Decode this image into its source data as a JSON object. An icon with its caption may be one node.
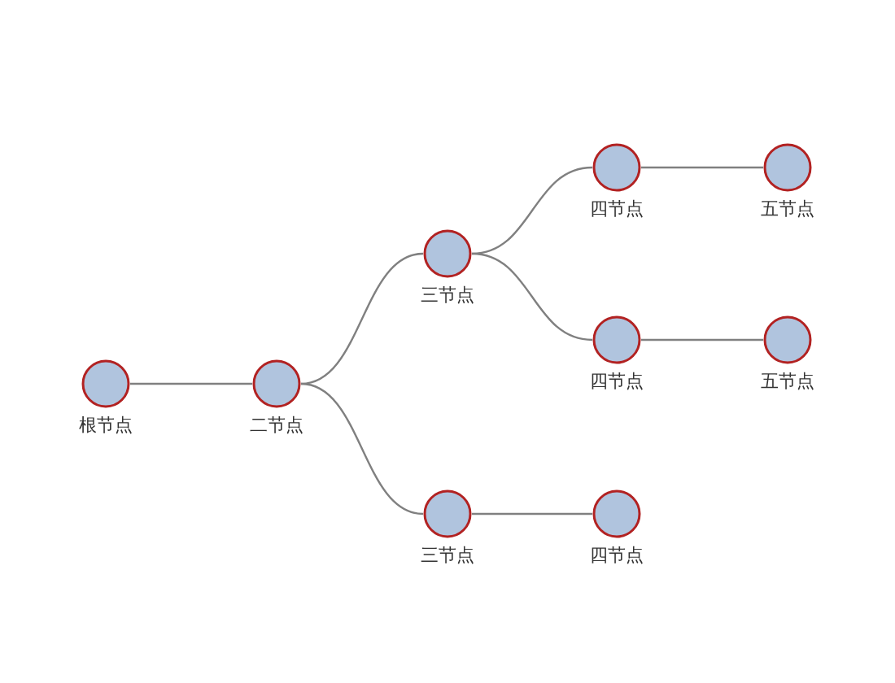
{
  "diagram": {
    "nodes": [
      {
        "text": [
          "根节点"
        ]
      },
      {
        "text": [
          "二节点"
        ]
      },
      {
        "text": [
          "三节点"
        ]
      },
      {
        "text": [
          "四节点"
        ]
      },
      {
        "text": [
          "五节点"
        ]
      },
      {
        "text": [
          "四节点"
        ]
      },
      {
        "text": [
          "五节点"
        ]
      },
      {
        "text": [
          "三节点"
        ]
      },
      {
        "text": [
          "四节点"
        ]
      }
    ],
    "edges": [
      {
        "from": 0,
        "to": 1,
        "arrow": "none"
      },
      {
        "from": 1,
        "to": 2,
        "arrow": "none"
      },
      {
        "from": 2,
        "to": 3,
        "arrow": "none"
      },
      {
        "from": 3,
        "to": 4,
        "arrow": "none"
      },
      {
        "from": 2,
        "to": 5,
        "arrow": "none"
      },
      {
        "from": 5,
        "to": 6,
        "arrow": "none"
      },
      {
        "from": 1,
        "to": 7,
        "arrow": "none"
      },
      {
        "from": 7,
        "to": 8,
        "arrow": "none"
      }
    ]
  }
}
